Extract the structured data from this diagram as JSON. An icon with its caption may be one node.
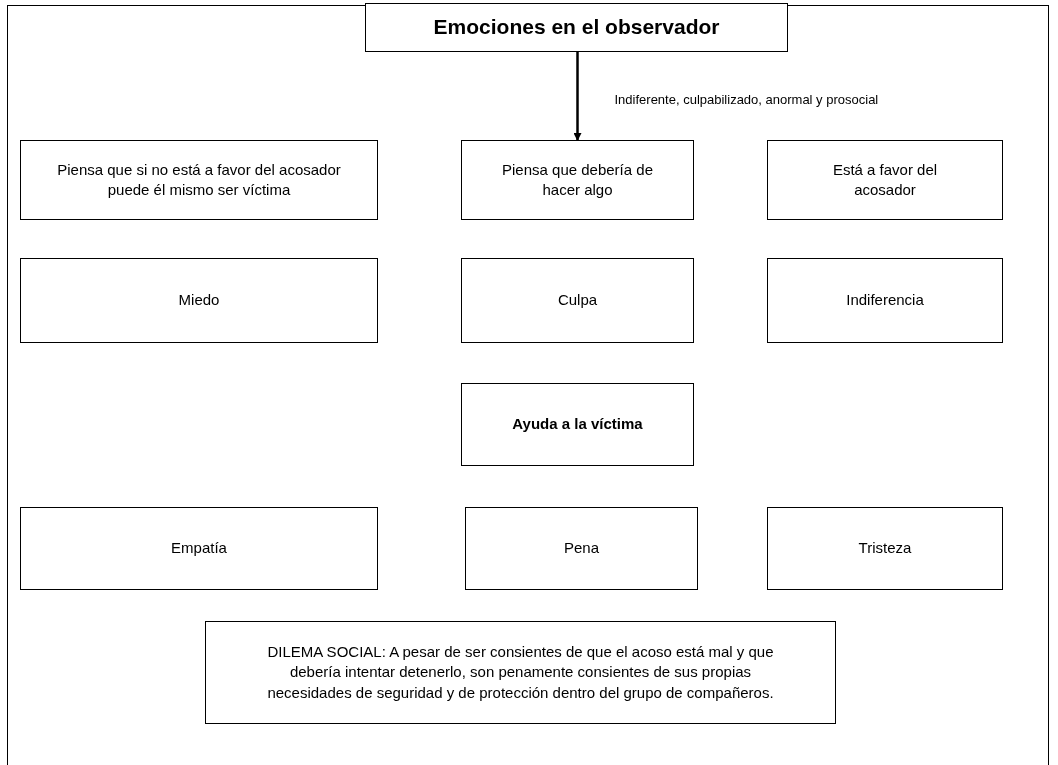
{
  "diagram": {
    "nodes": [
      {
        "text": [
          "Emociones en el observador"
        ]
      },
      {
        "text": [
          "Piensa que si no está a favor del acosador puede él mismo ser víctima"
        ]
      },
      {
        "text": [
          "Piensa que debería de hacer algo"
        ]
      },
      {
        "text": [
          "Está a favor del acosador"
        ]
      },
      {
        "text": [
          "Miedo"
        ]
      },
      {
        "text": [
          "Culpa"
        ]
      },
      {
        "text": [
          "Indiferencia"
        ]
      },
      {
        "text": [
          "Ayuda a la víctima"
        ]
      },
      {
        "text": [
          "Empatía"
        ]
      },
      {
        "text": [
          "Pena"
        ]
      },
      {
        "text": [
          "Tristeza"
        ]
      },
      {
        "text": [
          "DILEMA SOCIAL: A pesar de ser consientes de que el acoso está mal y que debería intentar detenerlo, son penamente consientes de sus propias necesidades de seguridad y de protección dentro del grupo de compañeros."
        ]
      }
    ],
    "edges": [
      {
        "from": 0,
        "to": 2,
        "arrow": "to",
        "label": "Indiferente, culpabilizado, anormal y prosocial"
      }
    ]
  }
}
